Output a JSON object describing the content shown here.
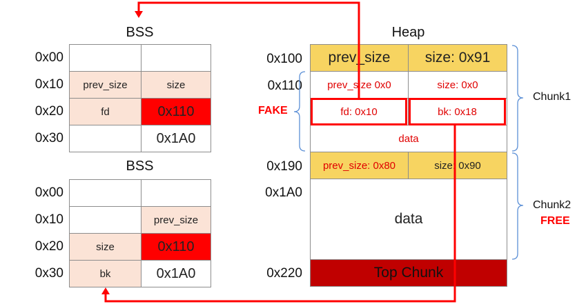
{
  "bss_top": {
    "title": "BSS",
    "rows": [
      {
        "addr": "0x00",
        "left": "",
        "right": ""
      },
      {
        "addr": "0x10",
        "left": "prev_size",
        "right": "size"
      },
      {
        "addr": "0x20",
        "left": "fd",
        "right": "0x110"
      },
      {
        "addr": "0x30",
        "left": "",
        "right": "0x1A0"
      }
    ]
  },
  "bss_bottom": {
    "title": "BSS",
    "rows": [
      {
        "addr": "0x00",
        "left": "",
        "right": ""
      },
      {
        "addr": "0x10",
        "left": "",
        "right": "prev_size"
      },
      {
        "addr": "0x20",
        "left": "size",
        "right": "0x110"
      },
      {
        "addr": "0x30",
        "left": "bk",
        "right": "0x1A0"
      }
    ]
  },
  "heap": {
    "title": "Heap",
    "addrs": [
      "0x100",
      "0x110",
      "0x190",
      "0x1A0",
      "0x220"
    ],
    "chunk1_header": {
      "prev_size": "prev_size",
      "size": "size: 0x91"
    },
    "fake_header": {
      "prev_size": "prev_size 0x0",
      "size": "size: 0x0"
    },
    "fake_ptrs": {
      "fd": "fd: 0x10",
      "bk": "bk: 0x18"
    },
    "chunk1_data": "data",
    "chunk2_header": {
      "prev_size": "prev_size: 0x80",
      "size": "size: 0x90"
    },
    "chunk2_data": "data",
    "top_chunk": "Top Chunk"
  },
  "labels": {
    "fake": "FAKE",
    "chunk1": "Chunk1",
    "chunk2": "Chunk2",
    "free": "FREE"
  },
  "colors": {
    "arrow": "#ff0000",
    "brace": "#5b8fd6",
    "yellow": "#f7d461",
    "top_chunk": "#c00000"
  }
}
